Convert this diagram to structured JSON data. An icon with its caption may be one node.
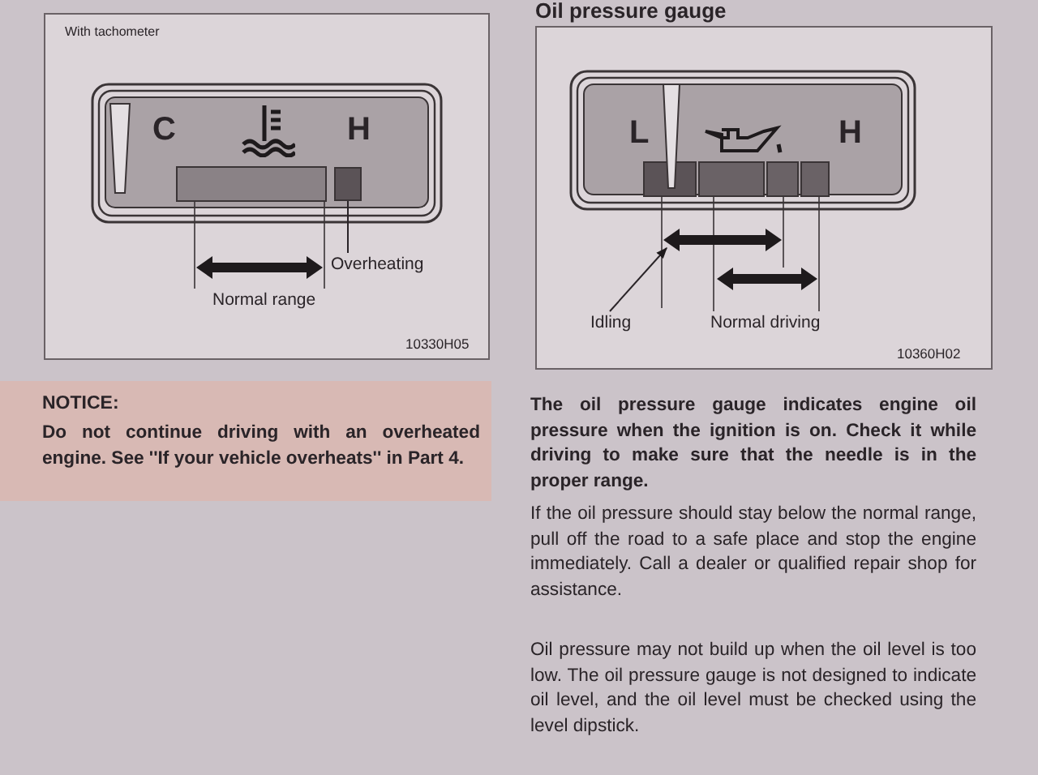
{
  "diagram": {
    "nodes": [
      {
        "text": [
          "With tachometer",
          "10330H05"
        ]
      },
      {
        "text": [
          "Overheating"
        ],
        "in": 0
      },
      {
        "text": [],
        "shape": "box",
        "in": 0
      },
      {
        "text": [
          "10360H02"
        ]
      },
      {
        "text": [
          "Idling"
        ],
        "in": 3
      },
      {
        "text": [
          "NOTICE:",
          "Do not continue driving with an overheated engine. See ''If your vehicle overheats'' in Part 4."
        ]
      }
    ],
    "edges": [
      {
        "from": 1,
        "to": 2,
        "arrow": "none"
      },
      {
        "from": 4,
        "to": null,
        "arrow": "to"
      }
    ],
    "labels": [
      "Oil pressure gauge",
      "C",
      "H",
      "Normal range",
      "L",
      "H",
      "Normal driving",
      "The oil pressure gauge indicates engine oil pressure when the ignition is on. Check it while driving to make sure that the needle is in the proper range.",
      "If the oil pressure should stay below the normal range, pull off the road to a safe place and stop the engine immediately. Call a dealer or qualified repair shop for assistance.",
      "Oil pressure may not build up when the oil level is too low. The oil pressure gauge is not designed to indicate oil level, and the oil level must be checked using the level dipstick."
    ]
  }
}
